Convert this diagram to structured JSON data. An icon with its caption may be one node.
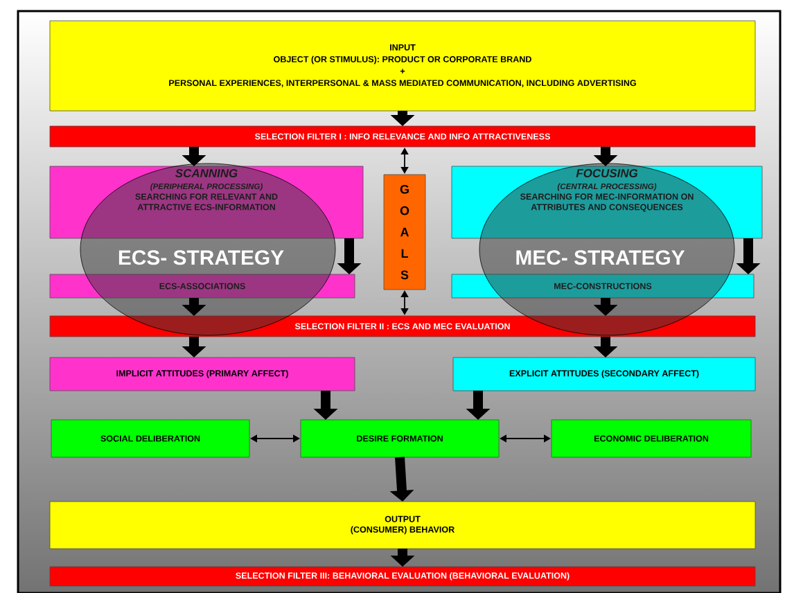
{
  "diagram": {
    "nodes": [
      {
        "text": [
          "INPUT",
          "OBJECT (OR STIMULUS): PRODUCT OR CORPORATE BRAND",
          "+",
          "PERSONAL EXPERIENCES, INTERPERSONAL & MASS MEDIATED COMMUNICATION, INCLUDING ADVERTISING"
        ]
      },
      {
        "text": [
          "SELECTION FILTER I : INFO RELEVANCE AND INFO ATTRACTIVENESS"
        ]
      },
      {
        "text": [
          "SCANNING",
          "(PERIPHERAL PROCESSING)",
          "SEARCHING FOR RELEVANT AND ATTRACTIVE ECS-INFORMATION"
        ]
      },
      {
        "text": [
          "ECS-ASSOCIATIONS"
        ]
      },
      {
        "text": [
          "GOALS"
        ]
      },
      {
        "text": [
          "FOCUSING",
          "(CENTRAL PROCESSING)",
          "SEARCHING FOR MEC-INFORMATION ON ATTRIBUTES AND CONSEQUENCES"
        ]
      },
      {
        "text": [
          "MEC-CONSTRUCTIONS"
        ]
      },
      {
        "text": [
          "SELECTION FILTER II : ECS AND MEC EVALUATION"
        ]
      },
      {
        "text": [
          "IMPLICIT ATTITUDES (PRIMARY AFFECT)"
        ]
      },
      {
        "text": [
          "EXPLICIT ATTITUDES (SECONDARY AFFECT)"
        ]
      },
      {
        "text": [
          "ECS- STRATEGY"
        ]
      },
      {
        "text": [
          "MEC- STRATEGY"
        ]
      },
      {
        "text": [
          "SOCIAL DELIBERATION"
        ]
      },
      {
        "text": [
          "DESIRE FORMATION"
        ]
      },
      {
        "text": [
          "ECONOMIC DELIBERATION"
        ]
      },
      {
        "text": [
          "OUTPUT",
          "(CONSUMER) BEHAVIOR"
        ]
      },
      {
        "text": [
          "SELECTION FILTER III: BEHAVIORAL EVALUATION (BEHAVIORAL EVALUATION)"
        ]
      }
    ],
    "edges": [
      {
        "from": 0,
        "to": 1,
        "arrow": "to"
      },
      {
        "from": 1,
        "to": 2,
        "arrow": "to"
      },
      {
        "from": 1,
        "to": 5,
        "arrow": "to"
      },
      {
        "from": 1,
        "to": 4,
        "arrow": "both"
      },
      {
        "from": 2,
        "to": 3,
        "arrow": "to"
      },
      {
        "from": 5,
        "to": 6,
        "arrow": "to"
      },
      {
        "from": 4,
        "to": 7,
        "arrow": "both"
      },
      {
        "from": 3,
        "to": 7,
        "arrow": "to"
      },
      {
        "from": 6,
        "to": 7,
        "arrow": "to"
      },
      {
        "from": 7,
        "to": 8,
        "arrow": "to"
      },
      {
        "from": 7,
        "to": 9,
        "arrow": "to"
      },
      {
        "from": 8,
        "to": 13,
        "arrow": "to"
      },
      {
        "from": 9,
        "to": 13,
        "arrow": "to"
      },
      {
        "from": 12,
        "to": 13,
        "arrow": "both"
      },
      {
        "from": 13,
        "to": 14,
        "arrow": "both"
      },
      {
        "from": 13,
        "to": 15,
        "arrow": "to"
      },
      {
        "from": 15,
        "to": 16,
        "arrow": "to"
      }
    ]
  }
}
